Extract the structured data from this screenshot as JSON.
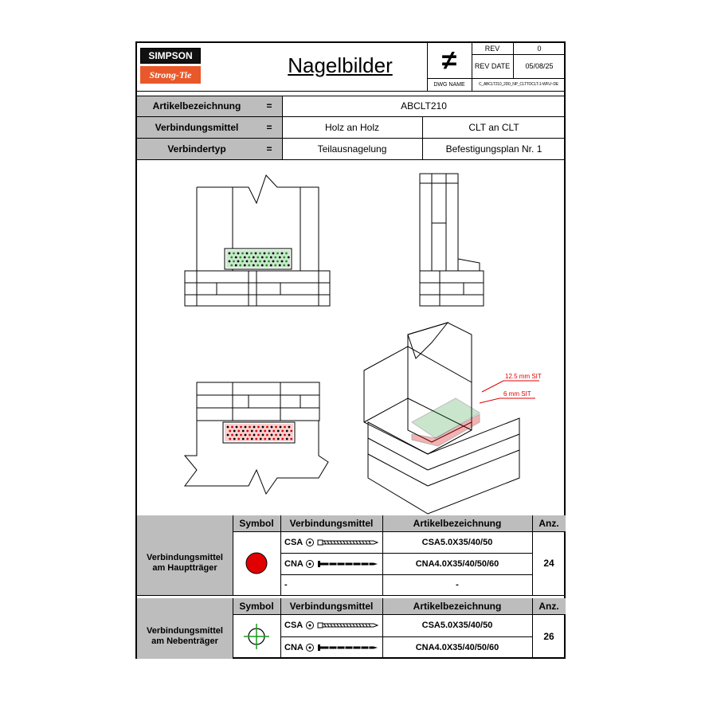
{
  "logo": {
    "line1": "SIMPSON",
    "line2": "Strong-Tie"
  },
  "header": {
    "title": "Nagelbilder",
    "not_equal_symbol": "≠",
    "rev_label": "REV",
    "rev_value": "0",
    "rev_date_label": "REV DATE",
    "rev_date_value": "05/08/25",
    "dwg_name_label": "DWG NAME",
    "dwg_name_value": "C_ABCLT210_2D0_NP_CLTTOCLT-1-WFU~DE"
  },
  "info_rows": [
    {
      "label": "Artikelbezeichnung",
      "eq": "=",
      "value": "ABCLT210"
    },
    {
      "label": "Verbindungsmittel",
      "eq": "=",
      "value_left": "Holz an Holz",
      "value_right": "CLT an CLT"
    },
    {
      "label": "Verbindertyp",
      "eq": "=",
      "value_left": "Teilausnagelung",
      "value_right": "Befestigungsplan Nr.",
      "value_right_num": "1"
    }
  ],
  "drawing": {
    "callout_1": "12.5 mm SIT",
    "callout_2": "6 mm SIT",
    "colors": {
      "main_fastener": "#e00000",
      "secondary_fastener": "#1a9a1a",
      "callout": "#e00000"
    }
  },
  "table1": {
    "group_label_line1": "Verbindungsmittel",
    "group_label_line2": "am Hauptträger",
    "headers": {
      "symbol": "Symbol",
      "fastener": "Verbindungsmittel",
      "article": "Artikelbezeichnung",
      "qty": "Anz."
    },
    "rows": [
      {
        "fastener": "CSA",
        "article": "CSA5.0X35/40/50"
      },
      {
        "fastener": "CNA",
        "article": "CNA4.0X35/40/50/60"
      },
      {
        "fastener": "-",
        "article": "-"
      }
    ],
    "qty": "24",
    "symbol_icon": "red-filled-circle"
  },
  "table2": {
    "group_label_line1": "Verbindungsmittel",
    "group_label_line2": "am Nebenträger",
    "headers": {
      "symbol": "Symbol",
      "fastener": "Verbindungsmittel",
      "article": "Artikelbezeichnung",
      "qty": "Anz."
    },
    "rows": [
      {
        "fastener": "CSA",
        "article": "CSA5.0X35/40/50"
      },
      {
        "fastener": "CNA",
        "article": "CNA4.0X35/40/50/60"
      }
    ],
    "qty": "26",
    "symbol_icon": "green-crosshair-circle"
  }
}
